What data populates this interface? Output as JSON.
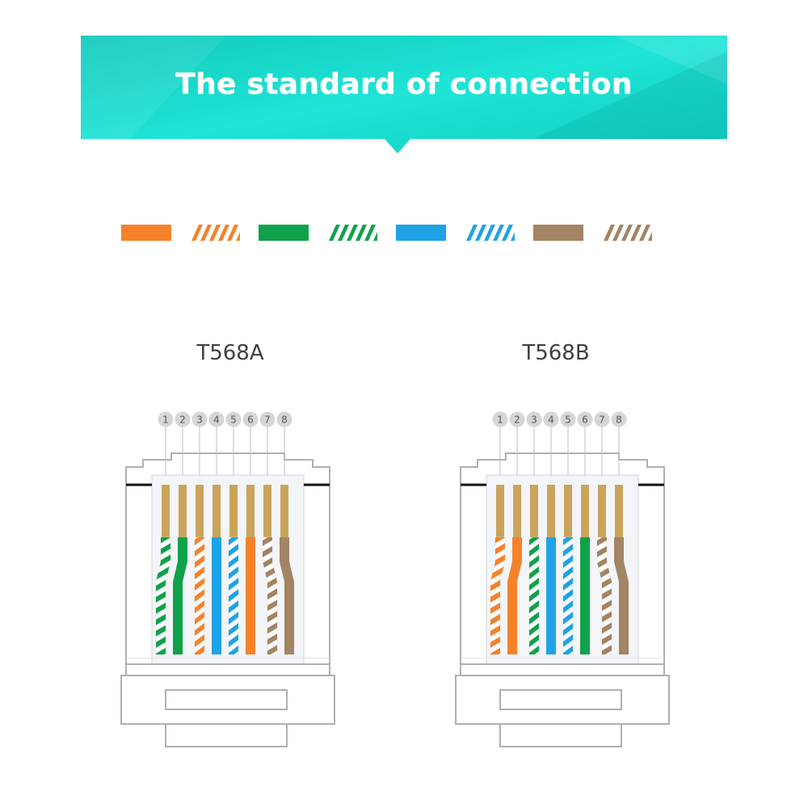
{
  "banner": {
    "title": "The standard of connection",
    "color": "#19ddd0"
  },
  "legend": [
    {
      "name": "orange",
      "color": "#f5822a",
      "striped": false
    },
    {
      "name": "orange-white",
      "color": "#f5822a",
      "striped": true
    },
    {
      "name": "green",
      "color": "#0fa24a",
      "striped": false
    },
    {
      "name": "green-white",
      "color": "#0fa24a",
      "striped": true
    },
    {
      "name": "blue",
      "color": "#1fa3e6",
      "striped": false
    },
    {
      "name": "blue-white",
      "color": "#1fa3e6",
      "striped": true
    },
    {
      "name": "brown",
      "color": "#a38465",
      "striped": false
    },
    {
      "name": "brown-white",
      "color": "#a38465",
      "striped": true
    }
  ],
  "standards": [
    {
      "label": "T568A",
      "pins": [
        "1",
        "2",
        "3",
        "4",
        "5",
        "6",
        "7",
        "8"
      ],
      "wires": [
        "green-white",
        "green",
        "orange-white",
        "blue",
        "blue-white",
        "orange",
        "brown-white",
        "brown"
      ]
    },
    {
      "label": "T568B",
      "pins": [
        "1",
        "2",
        "3",
        "4",
        "5",
        "6",
        "7",
        "8"
      ],
      "wires": [
        "orange-white",
        "orange",
        "green-white",
        "blue",
        "blue-white",
        "green",
        "brown-white",
        "brown"
      ]
    }
  ],
  "colors": {
    "orange": "#f5822a",
    "green": "#0fa24a",
    "blue": "#1fa3e6",
    "brown": "#a38465",
    "contact": "#c9a45a",
    "pin_badge": "#d6d6d6",
    "outline": "#b0b0b0"
  }
}
